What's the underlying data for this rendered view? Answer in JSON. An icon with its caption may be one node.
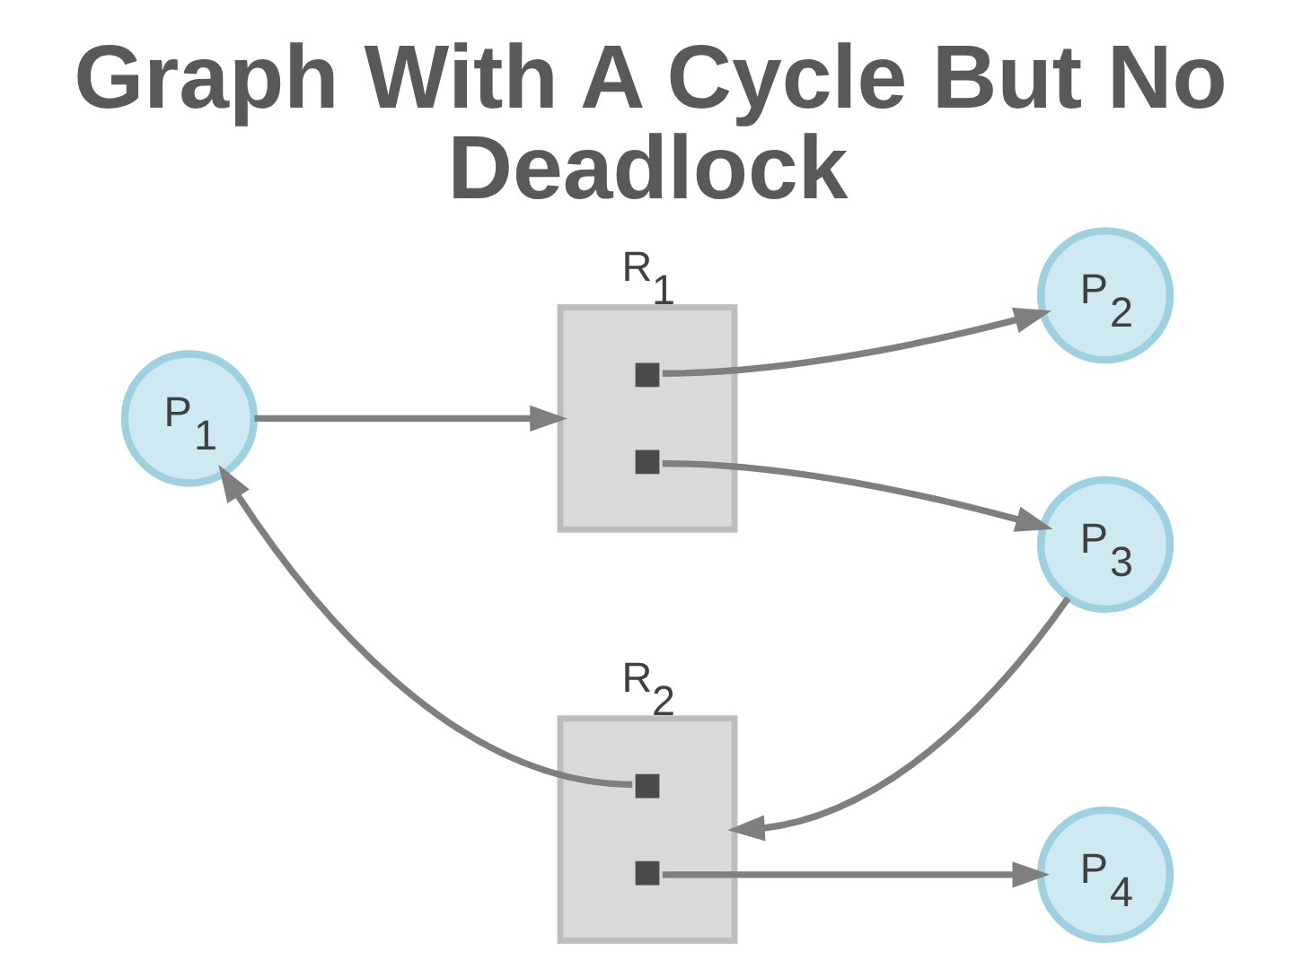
{
  "diagram": {
    "title": "Graph With A Cycle But No Deadlock",
    "nodes": [
      {
        "text": [
          "R$_{1}$"
        ]
      },
      {
        "text": [
          "P$_{2}$"
        ]
      },
      {
        "text": [
          "P$_{3}$"
        ]
      },
      {
        "text": [
          "P$_{1}$"
        ]
      },
      {
        "text": [
          "R$_{2}$"
        ]
      },
      {
        "text": [
          "P$_{4}$"
        ]
      }
    ],
    "edges": [
      {
        "from": 3,
        "to": 0,
        "arrow": "to"
      },
      {
        "from": 0,
        "to": 1,
        "arrow": "to"
      },
      {
        "from": 0,
        "to": 2,
        "arrow": "to"
      },
      {
        "from": 2,
        "to": 4,
        "arrow": "to"
      },
      {
        "from": 4,
        "to": 3,
        "arrow": "to"
      },
      {
        "from": 4,
        "to": 5,
        "arrow": "to"
      }
    ]
  }
}
